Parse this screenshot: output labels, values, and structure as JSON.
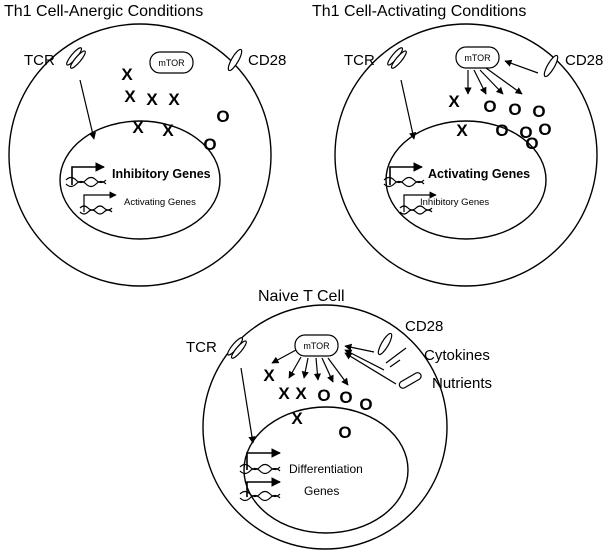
{
  "panels": {
    "anergic": {
      "title": "Th1 Cell-Anergic Conditions",
      "tcr": "TCR",
      "cd28": "CD28",
      "mtor": "mTOR",
      "gene_primary": "Inhibitory Genes",
      "gene_secondary": "Activating Genes",
      "x_mark": "X",
      "o_mark": "O"
    },
    "activating": {
      "title": "Th1 Cell-Activating Conditions",
      "tcr": "TCR",
      "cd28": "CD28",
      "mtor": "mTOR",
      "gene_primary": "Activating Genes",
      "gene_secondary": "Inhibitory Genes",
      "x_mark": "X",
      "o_mark": "O"
    },
    "naive": {
      "title": "Naive T Cell",
      "tcr": "TCR",
      "cd28": "CD28",
      "cytokines": "Cytokines",
      "nutrients": "Nutrients",
      "mtor": "mTOR",
      "gene_line1": "Differentiation",
      "gene_line2": "Genes",
      "x_mark": "X",
      "o_mark": "O"
    }
  }
}
